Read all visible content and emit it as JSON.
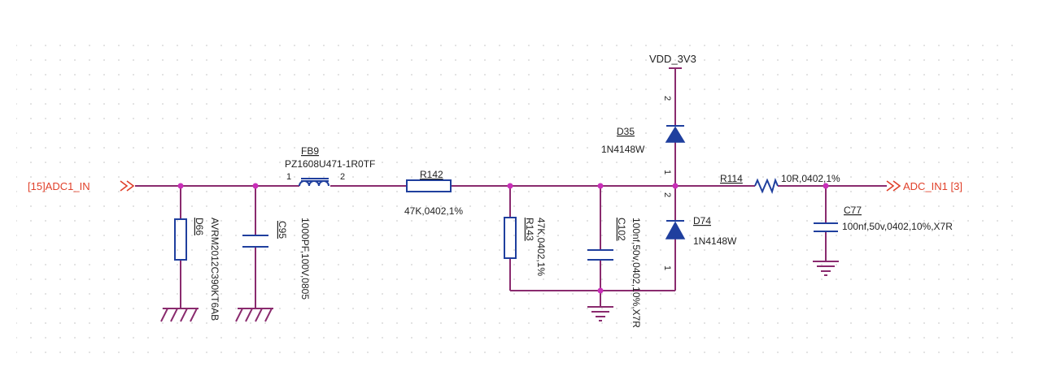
{
  "nets": {
    "input": "[15]ADC1_IN",
    "output": "ADC_IN1 [3]",
    "power": "VDD_3V3"
  },
  "components": {
    "D66": {
      "designator": "D66",
      "value": "AVRM2012C390KT6AB"
    },
    "C95": {
      "designator": "C95",
      "value": "1000PF,100V,0805"
    },
    "FB9": {
      "designator": "FB9",
      "value": "PZ1608U471-1R0TF",
      "pin1": "1",
      "pin2": "2"
    },
    "R142": {
      "designator": "R142",
      "value": "47K,0402,1%"
    },
    "R143": {
      "designator": "R143",
      "value": "47K,0402,1%"
    },
    "C102": {
      "designator": "C102",
      "value": "100nf,50v,0402,10%,X7R"
    },
    "D35": {
      "designator": "D35",
      "value": "1N4148W",
      "pin_top": "2",
      "pin_bottom": "1"
    },
    "D74": {
      "designator": "D74",
      "value": "1N4148W",
      "pin_top": "2",
      "pin_bottom": "1"
    },
    "R114": {
      "designator": "R114",
      "value": "10R,0402,1%"
    },
    "C77": {
      "designator": "C77",
      "value": "100nf,50v,0402,10%,X7R"
    }
  },
  "colors": {
    "wire": "#8a2b6e",
    "component": "#1f3f9e",
    "net_label": "#e0402a",
    "junction": "#c92fb8"
  }
}
